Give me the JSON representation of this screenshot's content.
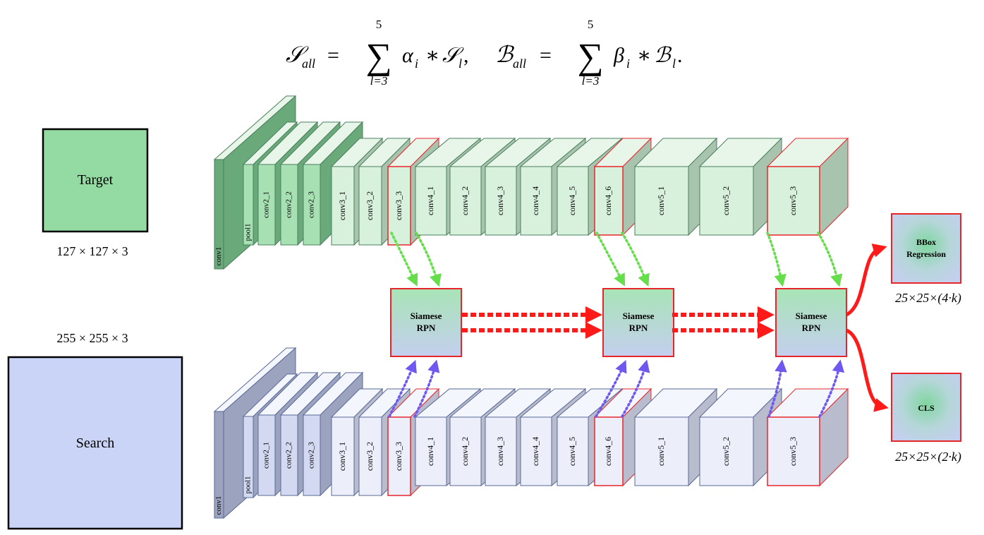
{
  "formula": {
    "left": {
      "symbol": "𝒮",
      "sub": "all",
      "sum_top": "5",
      "sum_bottom": "l=3",
      "coef": "α",
      "coef_sub": "i",
      "term": "𝒮",
      "term_sub": "l",
      "tail": ","
    },
    "right": {
      "symbol": "ℬ",
      "sub": "all",
      "sum_top": "5",
      "sum_bottom": "l=3",
      "coef": "β",
      "coef_sub": "i",
      "term": "ℬ",
      "term_sub": "l",
      "tail": "."
    }
  },
  "inputs": {
    "target": {
      "label": "Target",
      "dims": "127 × 127 × 3",
      "fill": "#93dba3"
    },
    "search": {
      "label": "Search",
      "dims": "255 × 255 × 3",
      "fill": "#c9d4f7"
    }
  },
  "backbone_layers": [
    "conv1",
    "pool1",
    "conv2_1",
    "conv2_2",
    "conv2_3",
    "conv3_1",
    "conv3_2",
    "conv3_3",
    "conv4_1",
    "conv4_2",
    "conv4_3",
    "conv4_4",
    "conv4_5",
    "conv4_6",
    "conv5_1",
    "conv5_2",
    "conv5_3"
  ],
  "highlighted_layers": [
    "conv3_3",
    "conv4_6",
    "conv5_3"
  ],
  "rpn_blocks": [
    {
      "line1": "Siamese",
      "line2": "RPN"
    },
    {
      "line1": "Siamese",
      "line2": "RPN"
    },
    {
      "line1": "Siamese",
      "line2": "RPN"
    }
  ],
  "outputs": {
    "bbox": {
      "line1": "BBox",
      "line2": "Regression",
      "dims": "25×25×(4·k)"
    },
    "cls": {
      "label": "CLS",
      "dims": "25×25×(2·k)"
    }
  },
  "colors": {
    "target_face": "#d7f1dc",
    "target_dark": "#6aaa7a",
    "search_face": "#eceffa",
    "search_dark": "#9ca3be",
    "highlight_edge": "#e8262a",
    "green_arrow": "#66dd4a",
    "blue_arrow": "#6e58f0",
    "red_arrow": "#ff1a1a"
  }
}
